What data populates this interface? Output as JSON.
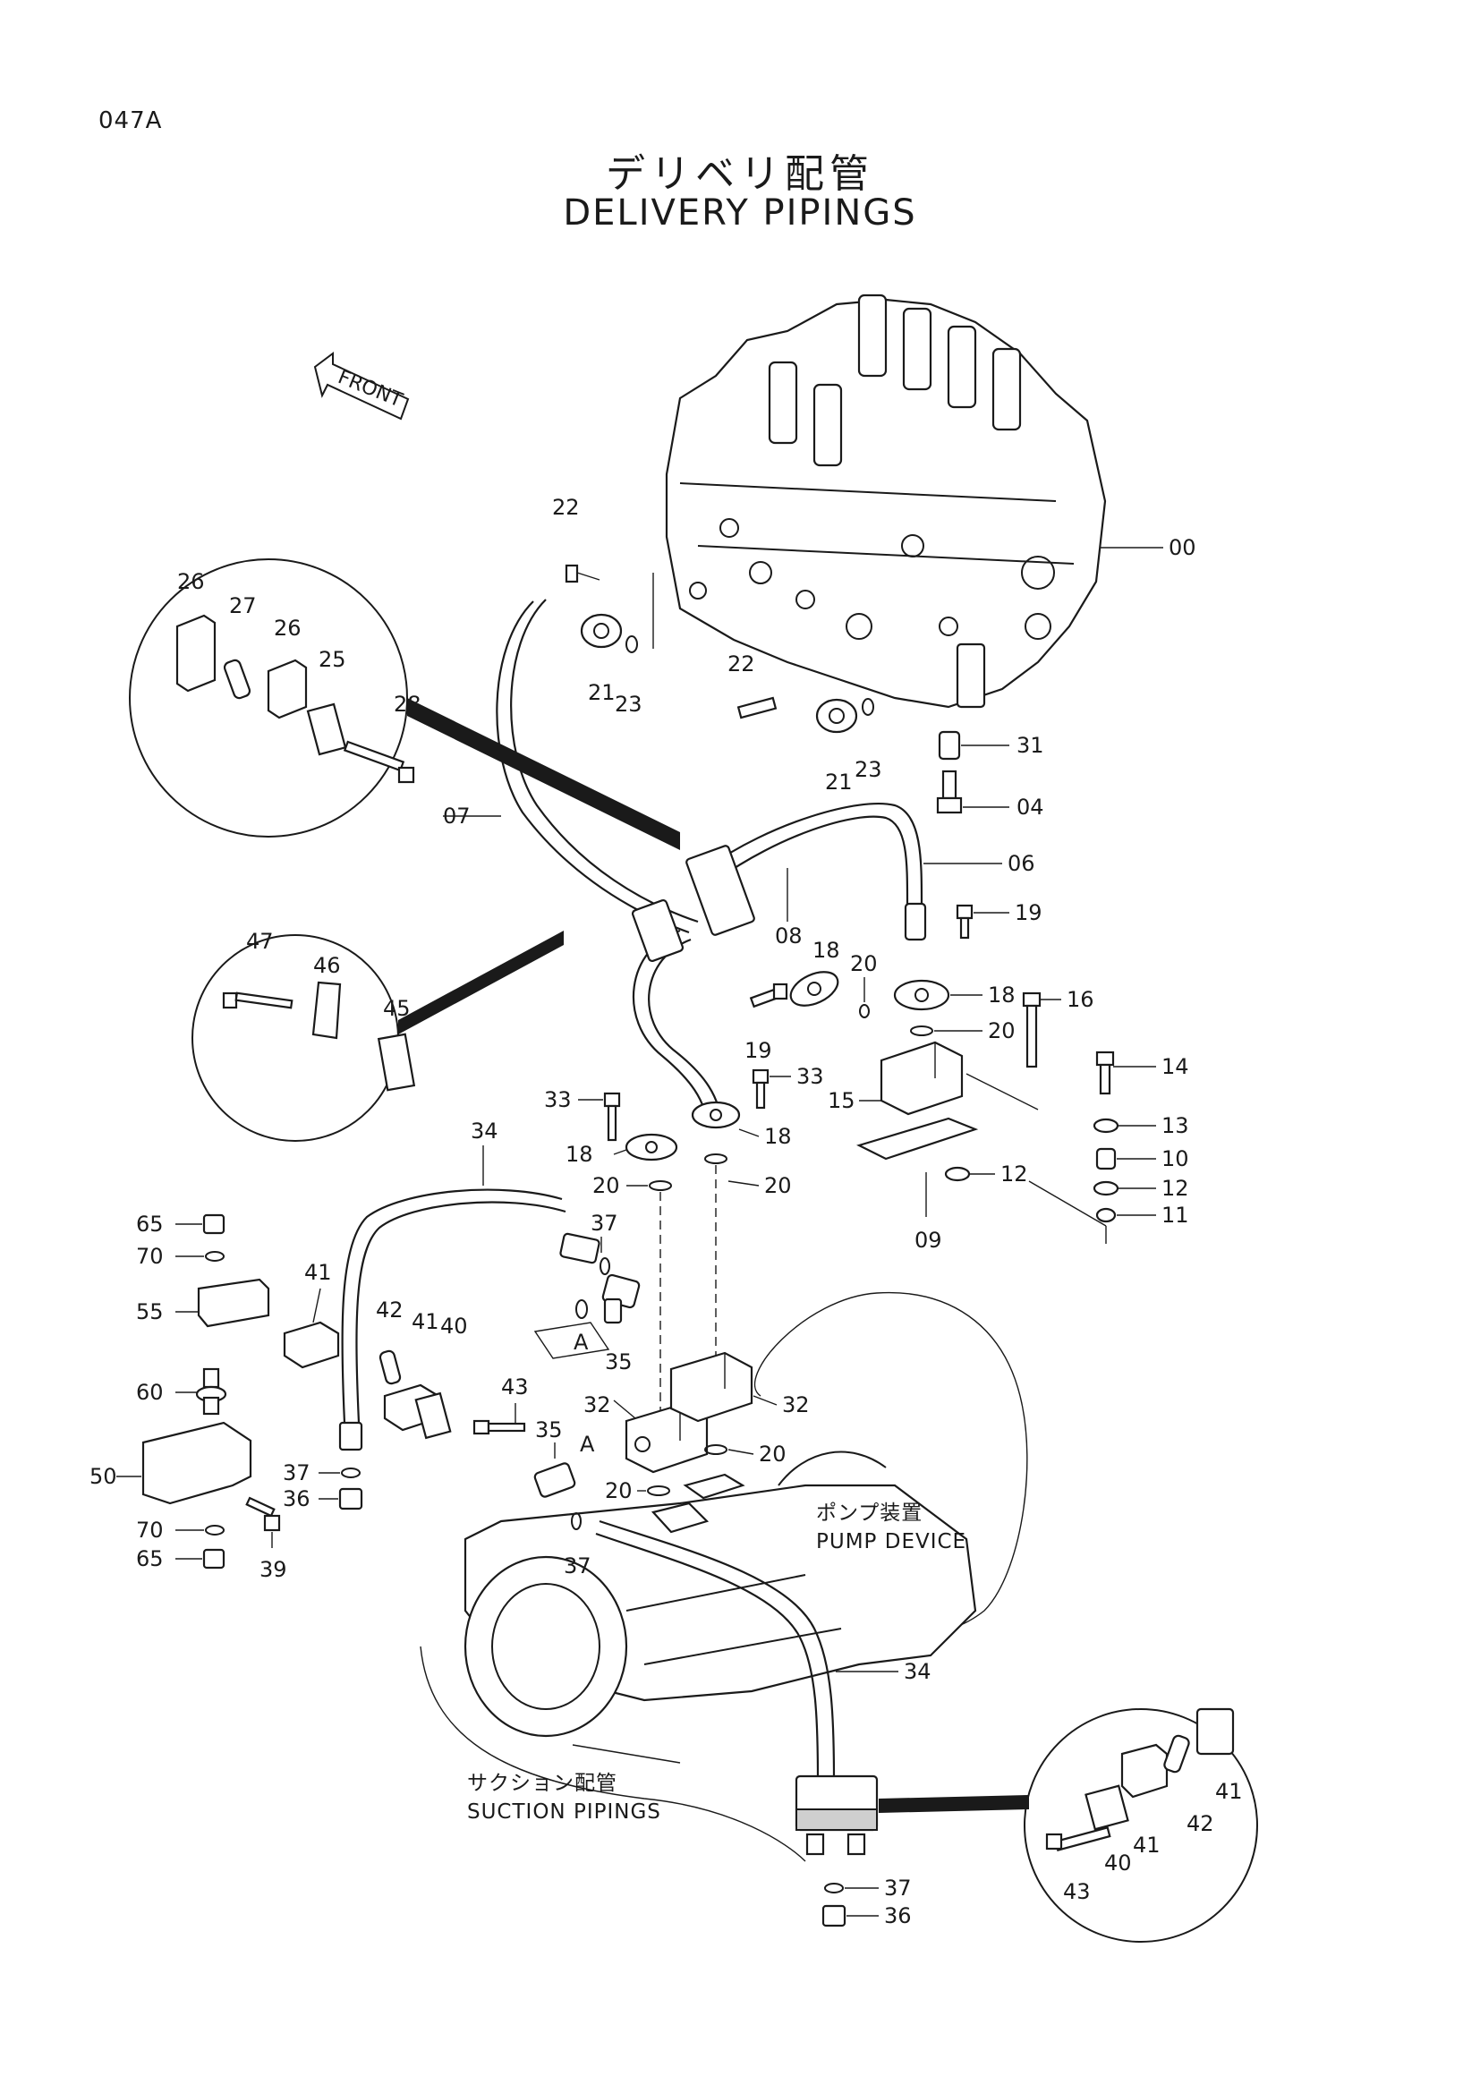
{
  "page_code": "047A",
  "title_jp": "デリベリ配管",
  "title_en": "DELIVERY PIPINGS",
  "front_label": "FRONT",
  "annotations": {
    "pump_device_jp": "ポンプ装置",
    "pump_device_en": "PUMP DEVICE",
    "suction_jp": "サクション配管",
    "suction_en": "SUCTION PIPINGS"
  },
  "ref_markers": {
    "a_top": "A",
    "a_bottom": "A"
  },
  "callouts": {
    "c00": "00",
    "c04": "04",
    "c06": "06",
    "c07": "07",
    "c08": "08",
    "c09": "09",
    "c10": "10",
    "c11": "11",
    "c12a": "12",
    "c12b": "12",
    "c13": "13",
    "c14": "14",
    "c15": "15",
    "c16": "16",
    "c18a": "18",
    "c18b": "18",
    "c18c": "18",
    "c18d": "18",
    "c19a": "19",
    "c19b": "19",
    "c20a": "20",
    "c20b": "20",
    "c20c": "20",
    "c20d": "20",
    "c20e": "20",
    "c20f": "20",
    "c21a": "21",
    "c21b": "21",
    "c22a": "22",
    "c22b": "22",
    "c23a": "23",
    "c23b": "23",
    "c25": "25",
    "c26a": "26",
    "c26b": "26",
    "c27": "27",
    "c28": "28",
    "c31": "31",
    "c32a": "32",
    "c32b": "32",
    "c33a": "33",
    "c33b": "33",
    "c34a": "34",
    "c34b": "34",
    "c35a": "35",
    "c35b": "35",
    "c36a": "36",
    "c36b": "36",
    "c37a": "37",
    "c37b": "37",
    "c37c": "37",
    "c37d": "37",
    "c39": "39",
    "c40a": "40",
    "c40b": "40",
    "c41a": "41",
    "c41b": "41",
    "c41c": "41",
    "c41d": "41",
    "c42a": "42",
    "c42b": "42",
    "c43a": "43",
    "c43b": "43",
    "c45": "45",
    "c46": "46",
    "c47": "47",
    "c50": "50",
    "c55": "55",
    "c60": "60",
    "c65a": "65",
    "c65b": "65",
    "c70a": "70",
    "c70b": "70"
  }
}
